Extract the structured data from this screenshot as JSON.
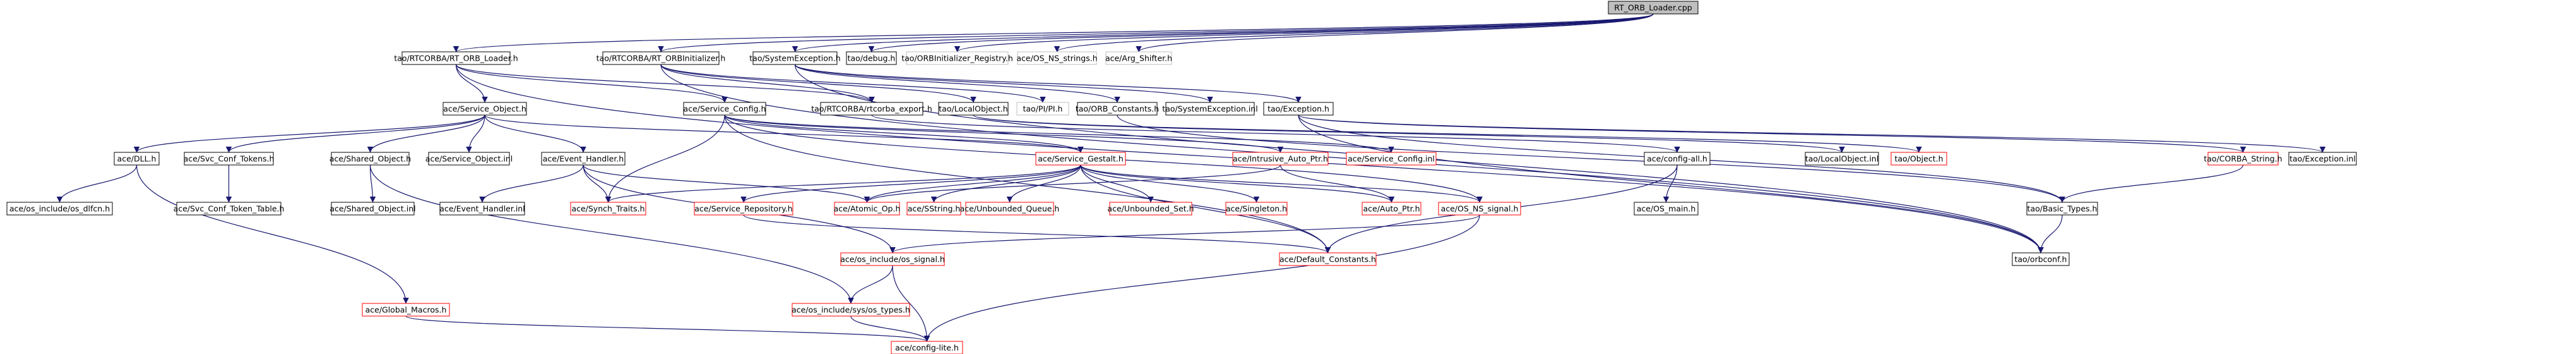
{
  "diagram": {
    "nodes": [
      {
        "id": "root",
        "label": "RT_ORB_Loader.cpp",
        "style": "root"
      },
      {
        "id": "rtorb_loader_h",
        "label": "tao/RTCORBA/RT_ORB_Loader.h",
        "style": "black"
      },
      {
        "id": "rtorb_init_h",
        "label": "tao/RTCORBA/RT_ORBInitializer.h",
        "style": "black"
      },
      {
        "id": "sysexc_h",
        "label": "tao/SystemException.h",
        "style": "black"
      },
      {
        "id": "debug_h",
        "label": "tao/debug.h",
        "style": "black"
      },
      {
        "id": "orbinit_reg_h",
        "label": "tao/ORBInitializer_Registry.h",
        "style": "grey"
      },
      {
        "id": "os_ns_strings_h",
        "label": "ace/OS_NS_strings.h",
        "style": "grey"
      },
      {
        "id": "arg_shifter_h",
        "label": "ace/Arg_Shifter.h",
        "style": "grey"
      },
      {
        "id": "svc_obj_h",
        "label": "ace/Service_Object.h",
        "style": "black"
      },
      {
        "id": "svc_config_h",
        "label": "ace/Service_Config.h",
        "style": "black"
      },
      {
        "id": "rtcorba_export_h",
        "label": "tao/RTCORBA/rtcorba_export.h",
        "style": "black"
      },
      {
        "id": "localobj_h",
        "label": "tao/LocalObject.h",
        "style": "black"
      },
      {
        "id": "pi_h",
        "label": "tao/PI/PI.h",
        "style": "grey"
      },
      {
        "id": "orb_const_h",
        "label": "tao/ORB_Constants.h",
        "style": "black"
      },
      {
        "id": "sysexc_inl",
        "label": "tao/SystemException.inl",
        "style": "black"
      },
      {
        "id": "exception_h",
        "label": "tao/Exception.h",
        "style": "black"
      },
      {
        "id": "dll_h",
        "label": "ace/DLL.h",
        "style": "black"
      },
      {
        "id": "svc_conf_tok_h",
        "label": "ace/Svc_Conf_Tokens.h",
        "style": "black"
      },
      {
        "id": "shared_obj_h",
        "label": "ace/Shared_Object.h",
        "style": "black"
      },
      {
        "id": "svc_obj_inl",
        "label": "ace/Service_Object.inl",
        "style": "black"
      },
      {
        "id": "event_handler_h",
        "label": "ace/Event_Handler.h",
        "style": "black"
      },
      {
        "id": "svc_gestalt_h",
        "label": "ace/Service_Gestalt.h",
        "style": "red"
      },
      {
        "id": "intrusive_auto_ptr_h",
        "label": "ace/Intrusive_Auto_Ptr.h",
        "style": "red"
      },
      {
        "id": "svc_config_inl",
        "label": "ace/Service_Config.inl",
        "style": "red"
      },
      {
        "id": "config_all_h",
        "label": "ace/config-all.h",
        "style": "black"
      },
      {
        "id": "localobj_inl",
        "label": "tao/LocalObject.inl",
        "style": "black"
      },
      {
        "id": "object_h",
        "label": "tao/Object.h",
        "style": "red"
      },
      {
        "id": "corba_string_h",
        "label": "tao/CORBA_String.h",
        "style": "red"
      },
      {
        "id": "exception_inl",
        "label": "tao/Exception.inl",
        "style": "black"
      },
      {
        "id": "os_dlfcn_h",
        "label": "ace/os_include/os_dlfcn.h",
        "style": "black"
      },
      {
        "id": "svc_conf_tok_table_h",
        "label": "ace/Svc_Conf_Token_Table.h",
        "style": "black"
      },
      {
        "id": "shared_obj_inl",
        "label": "ace/Shared_Object.inl",
        "style": "black"
      },
      {
        "id": "event_handler_inl",
        "label": "ace/Event_Handler.inl",
        "style": "black"
      },
      {
        "id": "synch_traits_h",
        "label": "ace/Synch_Traits.h",
        "style": "red"
      },
      {
        "id": "svc_repo_h",
        "label": "ace/Service_Repository.h",
        "style": "red"
      },
      {
        "id": "atomic_op_h",
        "label": "ace/Atomic_Op.h",
        "style": "red"
      },
      {
        "id": "sstring_h",
        "label": "ace/SString.h",
        "style": "red"
      },
      {
        "id": "unbounded_queue_h",
        "label": "ace/Unbounded_Queue.h",
        "style": "red"
      },
      {
        "id": "unbounded_set_h",
        "label": "ace/Unbounded_Set.h",
        "style": "red"
      },
      {
        "id": "singleton_h",
        "label": "ace/Singleton.h",
        "style": "red"
      },
      {
        "id": "auto_ptr_h",
        "label": "ace/Auto_Ptr.h",
        "style": "red"
      },
      {
        "id": "os_ns_signal_h",
        "label": "ace/OS_NS_signal.h",
        "style": "red"
      },
      {
        "id": "os_main_h",
        "label": "ace/OS_main.h",
        "style": "black"
      },
      {
        "id": "basic_types_h",
        "label": "tao/Basic_Types.h",
        "style": "black"
      },
      {
        "id": "orbconf_h",
        "label": "tao/orbconf.h",
        "style": "black"
      },
      {
        "id": "os_signal_h",
        "label": "ace/os_include/os_signal.h",
        "style": "red"
      },
      {
        "id": "default_const_h",
        "label": "ace/Default_Constants.h",
        "style": "red"
      },
      {
        "id": "global_macros_h",
        "label": "ace/Global_Macros.h",
        "style": "red"
      },
      {
        "id": "os_types_h",
        "label": "ace/os_include/sys/os_types.h",
        "style": "red"
      },
      {
        "id": "config_lite_h",
        "label": "ace/config-lite.h",
        "style": "red"
      }
    ],
    "edges": [
      [
        "root",
        "rtorb_loader_h"
      ],
      [
        "root",
        "rtorb_init_h"
      ],
      [
        "root",
        "sysexc_h"
      ],
      [
        "root",
        "debug_h"
      ],
      [
        "root",
        "orbinit_reg_h"
      ],
      [
        "root",
        "os_ns_strings_h"
      ],
      [
        "root",
        "arg_shifter_h"
      ],
      [
        "rtorb_loader_h",
        "svc_obj_h"
      ],
      [
        "rtorb_loader_h",
        "svc_config_h"
      ],
      [
        "rtorb_loader_h",
        "rtcorba_export_h"
      ],
      [
        "rtorb_loader_h",
        "orbconf_h"
      ],
      [
        "rtorb_init_h",
        "rtcorba_export_h"
      ],
      [
        "rtorb_init_h",
        "localobj_h"
      ],
      [
        "rtorb_init_h",
        "pi_h"
      ],
      [
        "rtorb_init_h",
        "orbconf_h"
      ],
      [
        "sysexc_h",
        "orb_const_h"
      ],
      [
        "sysexc_h",
        "sysexc_inl"
      ],
      [
        "sysexc_h",
        "exception_h"
      ],
      [
        "sysexc_h",
        "orbconf_h"
      ],
      [
        "svc_obj_h",
        "dll_h"
      ],
      [
        "svc_obj_h",
        "svc_conf_tok_h"
      ],
      [
        "svc_obj_h",
        "shared_obj_h"
      ],
      [
        "svc_obj_h",
        "svc_obj_inl"
      ],
      [
        "svc_obj_h",
        "event_handler_h"
      ],
      [
        "svc_obj_h",
        "svc_gestalt_h"
      ],
      [
        "svc_config_h",
        "svc_gestalt_h"
      ],
      [
        "svc_config_h",
        "intrusive_auto_ptr_h"
      ],
      [
        "svc_config_h",
        "svc_config_inl"
      ],
      [
        "svc_config_h",
        "os_ns_signal_h"
      ],
      [
        "svc_config_h",
        "default_const_h"
      ],
      [
        "svc_config_h",
        "synch_traits_h"
      ],
      [
        "rtcorba_export_h",
        "config_all_h"
      ],
      [
        "localobj_h",
        "localobj_inl"
      ],
      [
        "localobj_h",
        "object_h"
      ],
      [
        "orb_const_h",
        "basic_types_h"
      ],
      [
        "exception_h",
        "basic_types_h"
      ],
      [
        "exception_h",
        "corba_string_h"
      ],
      [
        "exception_h",
        "exception_inl"
      ],
      [
        "exception_h",
        "orbconf_h"
      ],
      [
        "corba_string_h",
        "basic_types_h"
      ],
      [
        "basic_types_h",
        "orbconf_h"
      ],
      [
        "dll_h",
        "os_dlfcn_h"
      ],
      [
        "dll_h",
        "global_macros_h"
      ],
      [
        "svc_conf_tok_h",
        "svc_conf_tok_table_h"
      ],
      [
        "shared_obj_h",
        "shared_obj_inl"
      ],
      [
        "shared_obj_h",
        "os_types_h"
      ],
      [
        "event_handler_h",
        "event_handler_inl"
      ],
      [
        "event_handler_h",
        "synch_traits_h"
      ],
      [
        "event_handler_h",
        "atomic_op_h"
      ],
      [
        "event_handler_h",
        "os_signal_h"
      ],
      [
        "svc_gestalt_h",
        "synch_traits_h"
      ],
      [
        "svc_gestalt_h",
        "svc_repo_h"
      ],
      [
        "svc_gestalt_h",
        "atomic_op_h"
      ],
      [
        "svc_gestalt_h",
        "sstring_h"
      ],
      [
        "svc_gestalt_h",
        "unbounded_queue_h"
      ],
      [
        "svc_gestalt_h",
        "unbounded_set_h"
      ],
      [
        "svc_gestalt_h",
        "singleton_h"
      ],
      [
        "svc_gestalt_h",
        "auto_ptr_h"
      ],
      [
        "svc_gestalt_h",
        "os_ns_signal_h"
      ],
      [
        "svc_gestalt_h",
        "default_const_h"
      ],
      [
        "intrusive_auto_ptr_h",
        "auto_ptr_h"
      ],
      [
        "intrusive_auto_ptr_h",
        "atomic_op_h"
      ],
      [
        "svc_repo_h",
        "default_const_h"
      ],
      [
        "os_ns_signal_h",
        "os_signal_h"
      ],
      [
        "os_ns_signal_h",
        "config_lite_h"
      ],
      [
        "config_all_h",
        "os_main_h"
      ],
      [
        "config_all_h",
        "default_const_h"
      ],
      [
        "os_signal_h",
        "os_types_h"
      ],
      [
        "os_signal_h",
        "config_lite_h"
      ],
      [
        "os_types_h",
        "config_lite_h"
      ],
      [
        "global_macros_h",
        "config_lite_h"
      ]
    ]
  },
  "colors": {
    "black_border": "#000000",
    "red_border": "#ff0000",
    "grey_border": "#bfbfbf",
    "root_fill": "#bfbfbf",
    "edge": "#191970"
  }
}
